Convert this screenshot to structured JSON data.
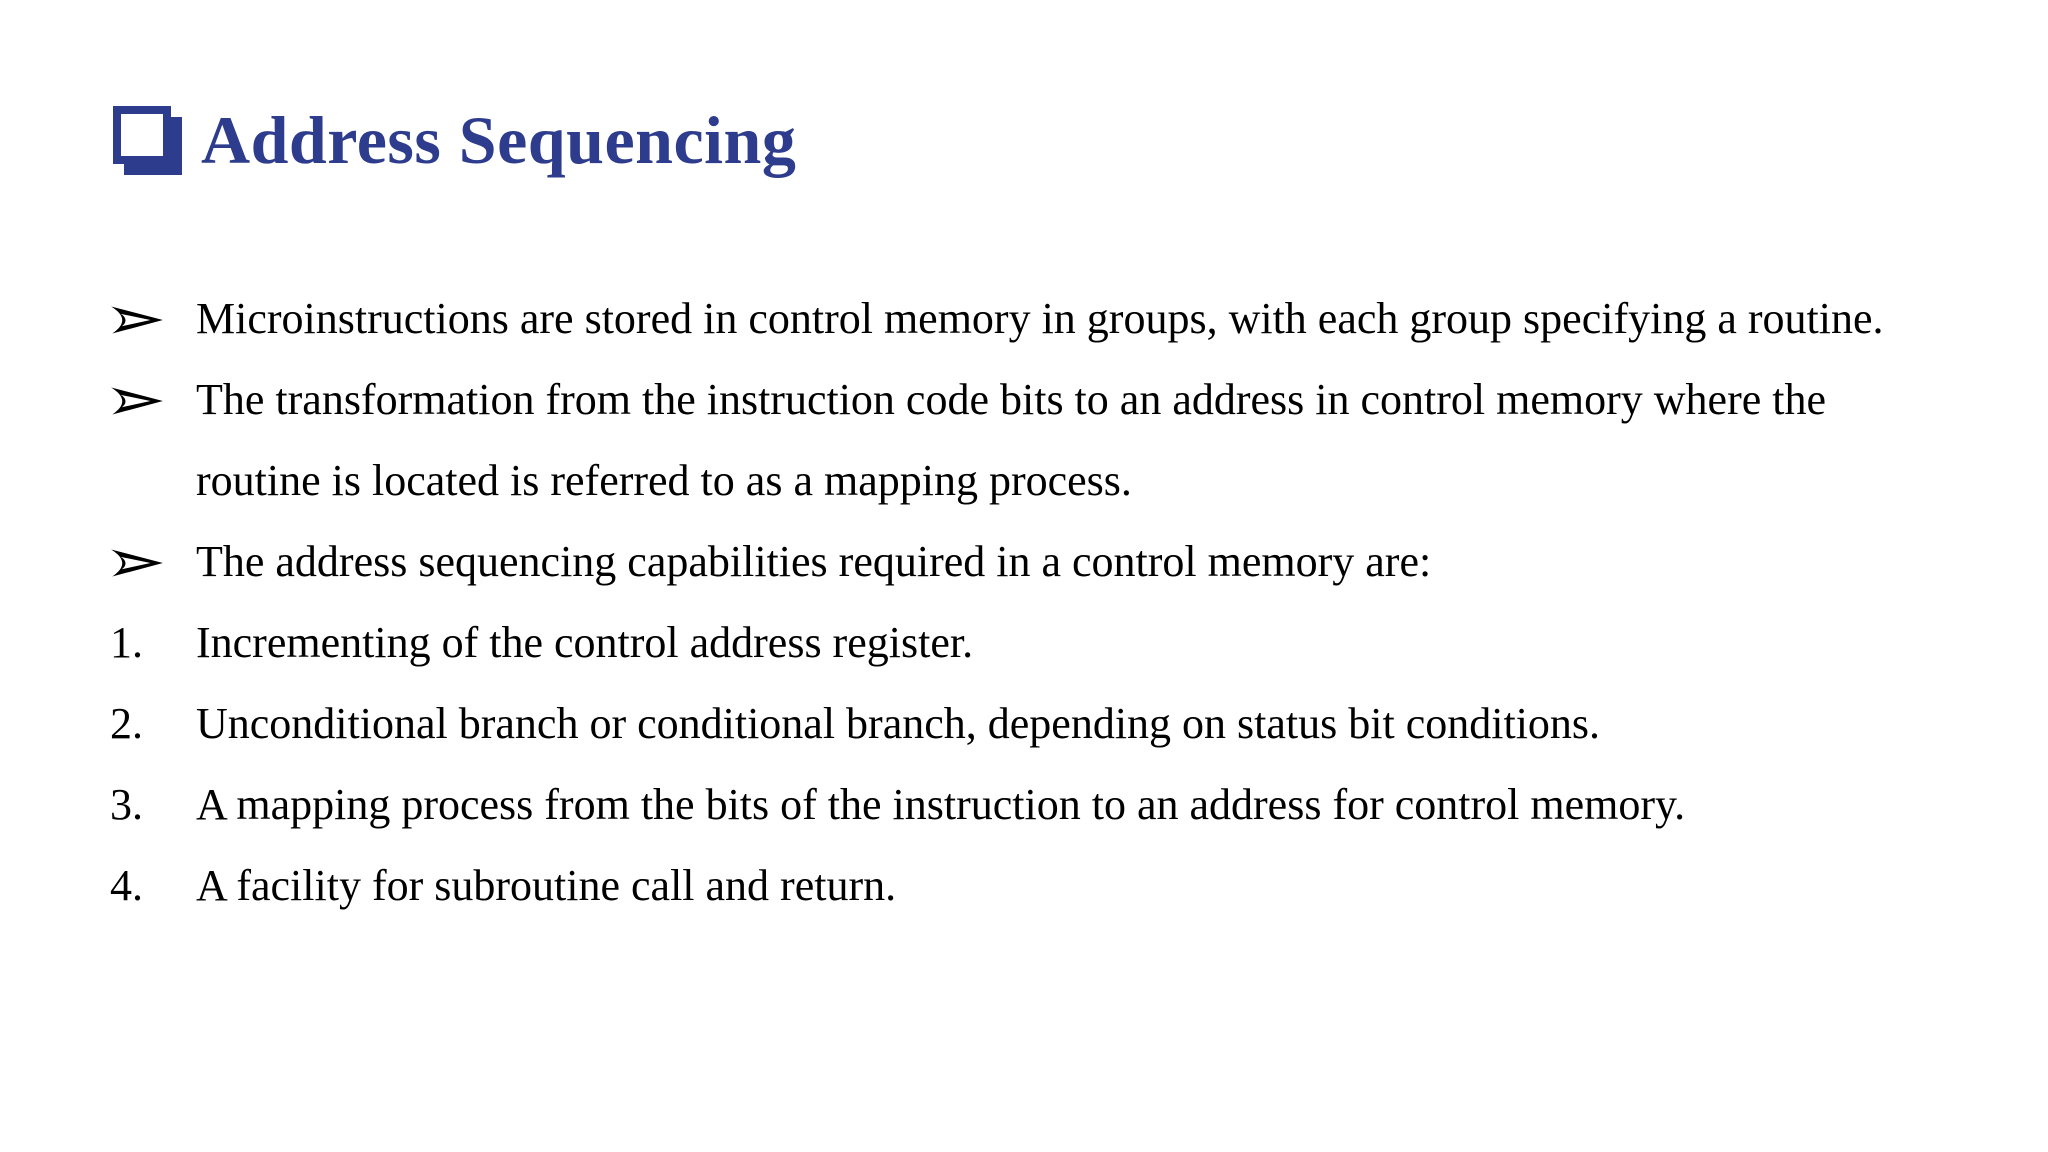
{
  "slide": {
    "title": {
      "text": "Address Sequencing",
      "color": "#2d3c8d",
      "bullet_icon": "shadowed-square"
    },
    "bullets": [
      {
        "marker": "arrowhead-right",
        "text": "Microinstructions are stored in control memory in groups, with each group specifying a routine."
      },
      {
        "marker": "arrowhead-right",
        "text": "The transformation from the instruction code bits to an address in control memory where the routine is located is referred to as a mapping process."
      },
      {
        "marker": "arrowhead-right",
        "text": "The address sequencing capabilities required in a control memory are:"
      }
    ],
    "numbered_items": [
      {
        "number": "1.",
        "text": "Incrementing of the control address register."
      },
      {
        "number": "2.",
        "text": "Unconditional branch or conditional branch, depending on status bit conditions."
      },
      {
        "number": "3.",
        "text": "A mapping process from the bits of the instruction to an address for control memory."
      },
      {
        "number": "4.",
        "text": "A facility for subroutine call and return."
      }
    ]
  }
}
